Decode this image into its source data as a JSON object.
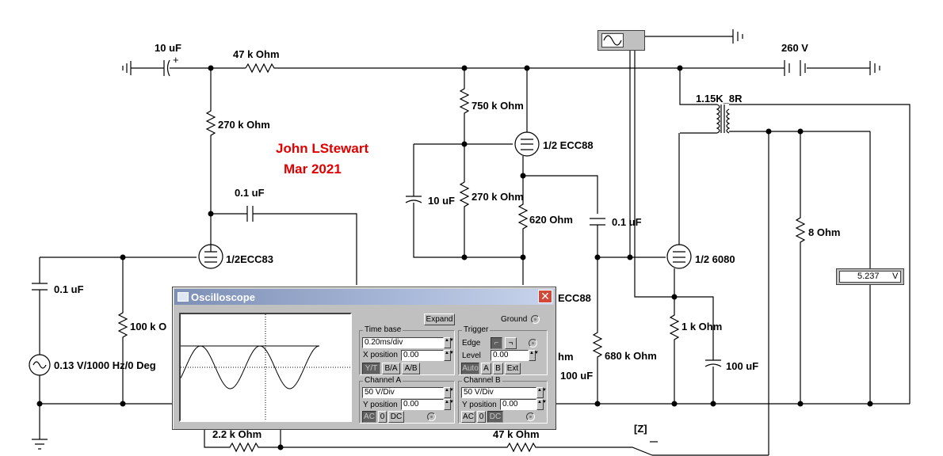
{
  "circuit": {
    "author_line1": "John LStewart",
    "author_line2": "Mar 2021",
    "labels": {
      "c_input": "10 uF",
      "r_47k_top": "47 k Ohm",
      "r_270k_left": "270 k Ohm",
      "c_01_mid": "0.1 uF",
      "tube_ecc83": "1/2ECC83",
      "c_01_left": "0.1 uF",
      "r_100k": "100 k O",
      "source": "0.13 V/1000 Hz/0 Deg",
      "r_750k": "750 k Ohm",
      "tube_ecc88_top": "1/2 ECC88",
      "c_10uf_mid": "10 uF",
      "r_270k_mid": "270 k Ohm",
      "r_620": "620  Ohm",
      "c_01_right": "0.1 uF",
      "tube_ecc88_low": "ECC88",
      "r_hm_partial": "hm",
      "c_100uf_partial": "100 uF",
      "r_680k": "680 k Ohm",
      "tube_6080": "1/2 6080",
      "r_1k": "1 k Ohm",
      "c_100uf": "100 uF",
      "transformer": "1.15K_8R",
      "supply": "260 V",
      "r_8ohm": "8  Ohm",
      "r_22k": "2.2 k Ohm",
      "r_47k_bottom": "47 k Ohm",
      "switch_key": "[Z]"
    }
  },
  "voltmeter": {
    "value": "5.237",
    "unit": "V"
  },
  "oscilloscope": {
    "title": "Oscilloscope",
    "close_glyph": "✕",
    "expand_label": "Expand",
    "ground_label": "Ground",
    "timebase": {
      "title": "Time base",
      "value": "0.20ms/div",
      "xpos_label": "X position",
      "xpos_value": "0.00",
      "modes": [
        "Y/T",
        "B/A",
        "A/B"
      ]
    },
    "trigger": {
      "title": "Trigger",
      "edge_label": "Edge",
      "level_label": "Level",
      "level_value": "0.00",
      "modes": [
        "Auto",
        "A",
        "B",
        "Ext"
      ]
    },
    "channel_a": {
      "title": "Channel A",
      "value": "50 V/Div",
      "ypos_label": "Y position",
      "ypos_value": "0.00",
      "coupling": [
        "AC",
        "0",
        "DC"
      ]
    },
    "channel_b": {
      "title": "Channel B",
      "value": "50 V/Div",
      "ypos_label": "Y position",
      "ypos_value": "0.00",
      "coupling": [
        "AC",
        "0",
        "DC"
      ]
    }
  }
}
